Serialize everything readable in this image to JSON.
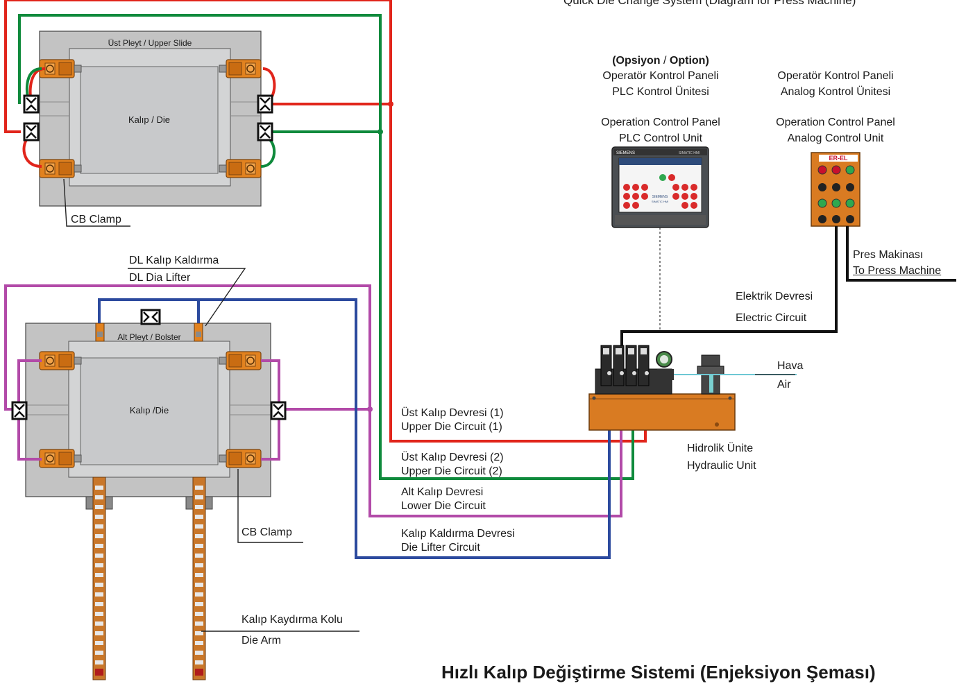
{
  "top_caption": "Quick Die Change System (Diagram for Press Machine)",
  "bottom_title": "Hızlı Kalıp Değiştirme Sistemi (Enjeksiyon Şeması)",
  "upper_slide": {
    "label": "Üst Pleyt / Upper Slide",
    "die_label": "Kalıp / Die",
    "clamp_label": "CB Clamp"
  },
  "bolster": {
    "lifter_label_1": "DL Kalıp Kaldırma",
    "lifter_label_2": "DL Dia Lifter",
    "label": "Alt Pleyt / Bolster",
    "die_label": "Kalıp /Die",
    "clamp_label": "CB Clamp"
  },
  "die_arm": {
    "label_1": "Kalıp Kaydırma Kolu",
    "label_2": "Die Arm"
  },
  "plc_panel": {
    "option": "(Opsiyon",
    "option_sep": " / ",
    "option_en": "Option)",
    "tr_1": "Operatör Kontrol Paneli",
    "tr_2": "PLC Kontrol Ünitesi",
    "en_1": "Operation Control Panel",
    "en_2": "PLC Control Unit",
    "hmi_brand": "SIEMENS",
    "hmi_model": "SIMATIC HMI",
    "hmi_center_1": "SIEMENS",
    "hmi_center_2": "SIMATIC HMI"
  },
  "analog_panel": {
    "tr_1": "Operatör Kontrol Paneli",
    "tr_2": "Analog Kontrol Ünitesi",
    "en_1": "Operation Control Panel",
    "en_2": "Analog Control Unit",
    "brand": "ER-EL"
  },
  "press": {
    "tr": "Pres Makinası",
    "en": "To Press Machine"
  },
  "electric": {
    "tr": "Elektrik Devresi",
    "en": "Electric Circuit"
  },
  "air": {
    "tr": "Hava",
    "en": "Air"
  },
  "hydraulic": {
    "tr": "Hidrolik Ünite",
    "en": "Hydraulic Unit"
  },
  "circuits": [
    {
      "tr": "Üst Kalıp Devresi (1)",
      "en": "Upper Die Circuit (1)",
      "color": "#e1251b"
    },
    {
      "tr": "Üst Kalıp Devresi (2)",
      "en": "Upper Die Circuit (2)",
      "color": "#0f8a3c"
    },
    {
      "tr": "Alt Kalıp Devresi",
      "en": "Lower Die Circuit",
      "color": "#b24aa8"
    },
    {
      "tr": "Kalıp Kaldırma Devresi",
      "en": "Die Lifter Circuit",
      "color": "#2c4a9e"
    }
  ],
  "colors": {
    "plate": "#c8c8c8",
    "die": "#cfd0d1",
    "orange": "#e2821f",
    "black": "#111111"
  }
}
